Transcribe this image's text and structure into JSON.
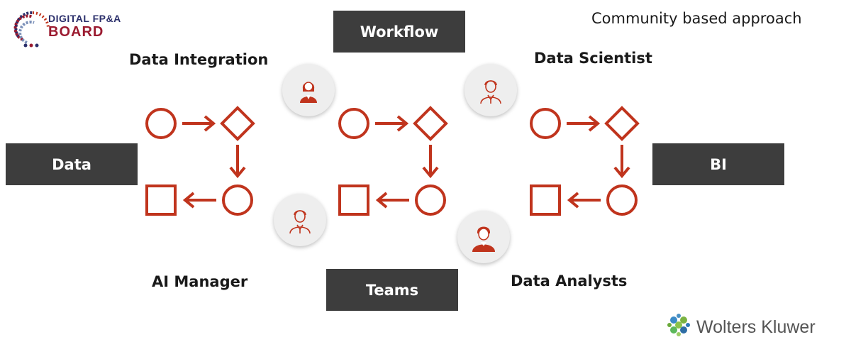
{
  "logo": {
    "line1": "DIGITAL FP&A",
    "line2": "BOARD"
  },
  "subtitle": "Community based approach",
  "boxes": {
    "workflow": "Workflow",
    "data": "Data",
    "bi": "BI",
    "teams": "Teams"
  },
  "roles": {
    "data_integration": "Data Integration",
    "data_scientist": "Data Scientist",
    "ai_manager": "AI Manager",
    "data_analysts": "Data Analysts"
  },
  "footer_brand": "Wolters Kluwer",
  "colors": {
    "accent": "#c0341d",
    "box": "#3d3d3d",
    "logo_navy": "#2b2f6b",
    "logo_red": "#9b1b30"
  },
  "icons": [
    "person-female-icon",
    "person-male-outline-icon",
    "person-male-filled-icon",
    "process-cycle-icon",
    "wolters-kluwer-logo-icon",
    "digital-fpa-board-logo-icon"
  ]
}
